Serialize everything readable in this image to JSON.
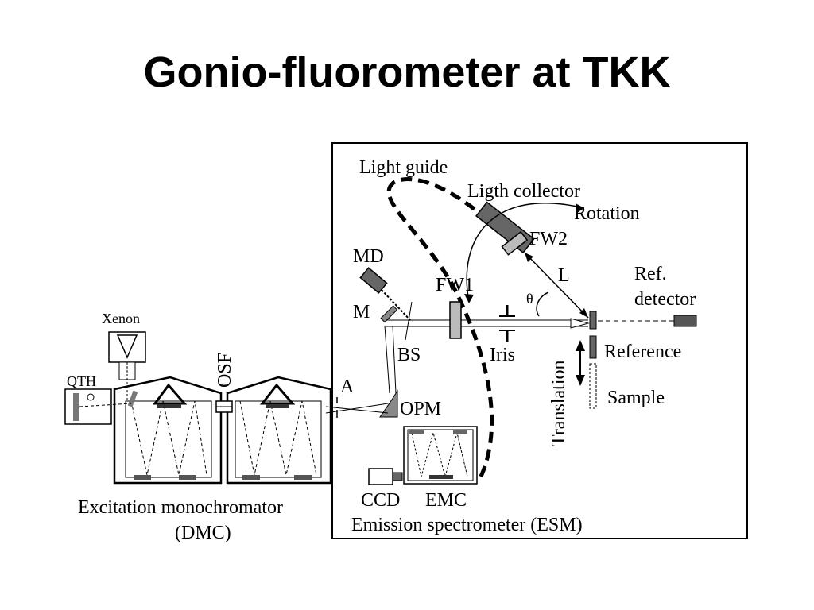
{
  "title": "Gonio-fluorometer at TKK",
  "labels": {
    "light_guide": "Light guide",
    "light_collector": "Ligth collector",
    "rotation": "Rotation",
    "fw2": "FW2",
    "md": "MD",
    "fw1": "FW1",
    "l": "L",
    "ref_detector_1": "Ref.",
    "ref_detector_2": "detector",
    "theta": "θ",
    "m": "M",
    "bs": "BS",
    "iris": "Iris",
    "reference": "Reference",
    "translation": "Translation",
    "sample": "Sample",
    "xenon": "Xenon",
    "qth": "QTH",
    "osf": "OSF",
    "a": "A",
    "opm": "OPM",
    "ccd": "CCD",
    "emc": "EMC",
    "excitation_1": "Excitation monochromator",
    "excitation_2": "(DMC)",
    "emission": "Emission spectrometer (ESM)"
  }
}
